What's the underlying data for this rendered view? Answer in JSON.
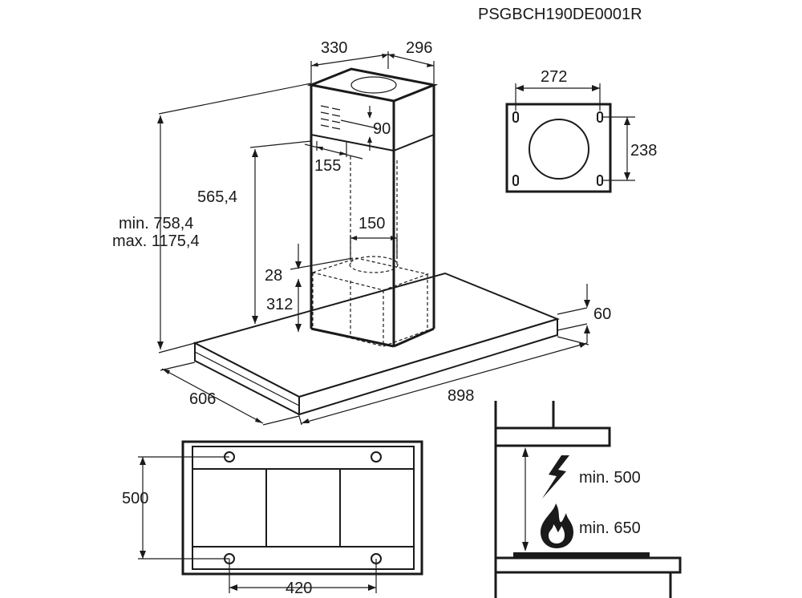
{
  "model_code": "PSGBCH190DE0001R",
  "dimensions": {
    "chimney_depth": "330",
    "chimney_width": "296",
    "vent_offset_top": "90",
    "vent_offset_side": "155",
    "duct_diameter": "150",
    "chimney_height": "565,4",
    "overall_height_min": "min. 758,4",
    "overall_height_max": "max. 1175,4",
    "collar_gap": "28",
    "motor_height": "312",
    "canopy_thickness": "60",
    "canopy_depth": "606",
    "canopy_width": "898",
    "bracket_width": "272",
    "bracket_height": "238",
    "mount_spacing_depth": "500",
    "mount_spacing_width": "420",
    "clearance_electric": "min. 500",
    "clearance_gas": "min. 650"
  },
  "icons": {
    "electric": "lightning-icon",
    "gas": "flame-icon"
  }
}
